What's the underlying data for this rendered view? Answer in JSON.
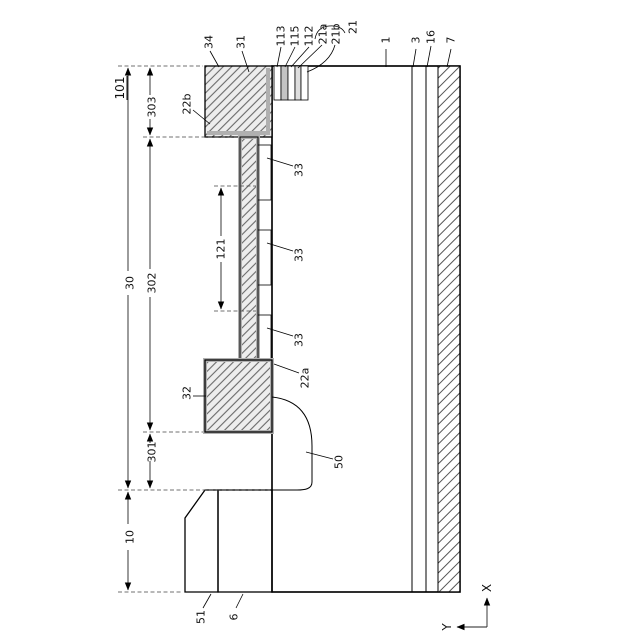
{
  "figure": {
    "number": "101"
  },
  "axes": {
    "x": "X",
    "y": "Y"
  },
  "reference_numerals": {
    "r34": "34",
    "r31": "31",
    "r113": "113",
    "r115": "115",
    "r112": "112",
    "r21a": "21a",
    "r21b": "21b",
    "r21": "21",
    "r1": "1",
    "r3": "3",
    "r16": "16",
    "r7": "7",
    "r303": "303",
    "r302": "302",
    "r301": "301",
    "r30": "30",
    "r10": "10",
    "r121": "121",
    "r22a": "22a",
    "r22b": "22b",
    "r32": "32",
    "r33": "33",
    "r50": "50",
    "r51": "51",
    "r6": "6"
  }
}
